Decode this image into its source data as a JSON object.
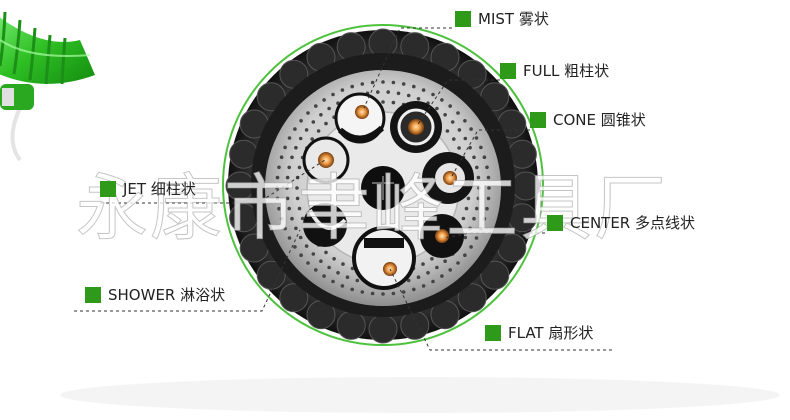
{
  "labels": {
    "mist": "MIST 雾状",
    "full": "FULL 粗柱状",
    "cone": "CONE 圆锥状",
    "jet": "JET 细柱状",
    "center": "CENTER 多点线状",
    "shower": "SHOWER 淋浴状",
    "flat": "FLAT 扇形状"
  },
  "watermark": "永康市聿峰工具厂",
  "colors": {
    "accent_green": "#2f9a1a",
    "hose_green": "#36c42b"
  }
}
